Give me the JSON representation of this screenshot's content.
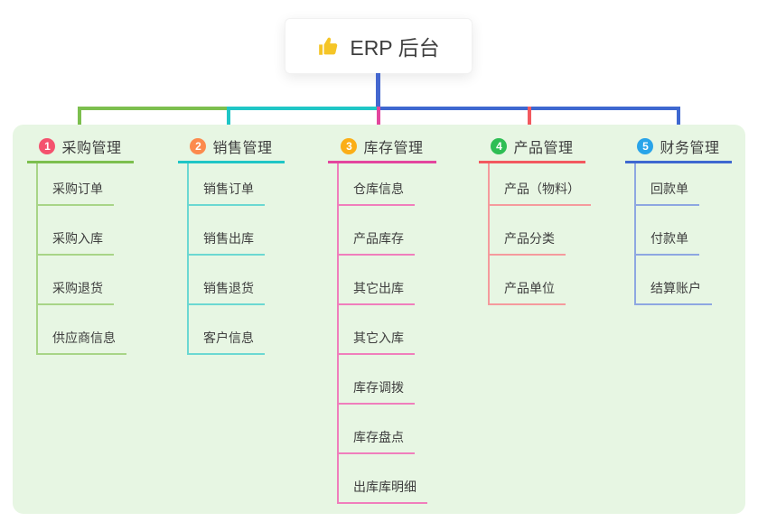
{
  "root": {
    "label": "ERP 后台",
    "icon": "thumbs-up-icon",
    "icon_color": "#F5C527"
  },
  "connector": {
    "root_color": "#4467CF"
  },
  "canvas": {
    "background": "#E7F6E3"
  },
  "branches": [
    {
      "index": "1",
      "label": "采购管理",
      "badge_color": "#F4526E",
      "line_color": "#7CBF4E",
      "child_line_color": "#A8D587",
      "children": [
        "采购订单",
        "采购入库",
        "采购退货",
        "供应商信息"
      ]
    },
    {
      "index": "2",
      "label": "销售管理",
      "badge_color": "#FC8A4D",
      "line_color": "#1FC6C6",
      "child_line_color": "#6BD8D2",
      "children": [
        "销售订单",
        "销售出库",
        "销售退货",
        "客户信息"
      ]
    },
    {
      "index": "3",
      "label": "库存管理",
      "badge_color": "#FBAE17",
      "line_color": "#E3469E",
      "child_line_color": "#F07EBC",
      "children": [
        "仓库信息",
        "产品库存",
        "其它出库",
        "其它入库",
        "库存调拨",
        "库存盘点",
        "出库库明细"
      ]
    },
    {
      "index": "4",
      "label": "产品管理",
      "badge_color": "#2EBE54",
      "line_color": "#F2595F",
      "child_line_color": "#F59A9D",
      "children": [
        "产品（物料）",
        "产品分类",
        "产品单位"
      ]
    },
    {
      "index": "5",
      "label": "财务管理",
      "badge_color": "#29A4E9",
      "line_color": "#3E68D0",
      "child_line_color": "#8EA7E1",
      "children": [
        "回款单",
        "付款单",
        "结算账户"
      ]
    }
  ]
}
